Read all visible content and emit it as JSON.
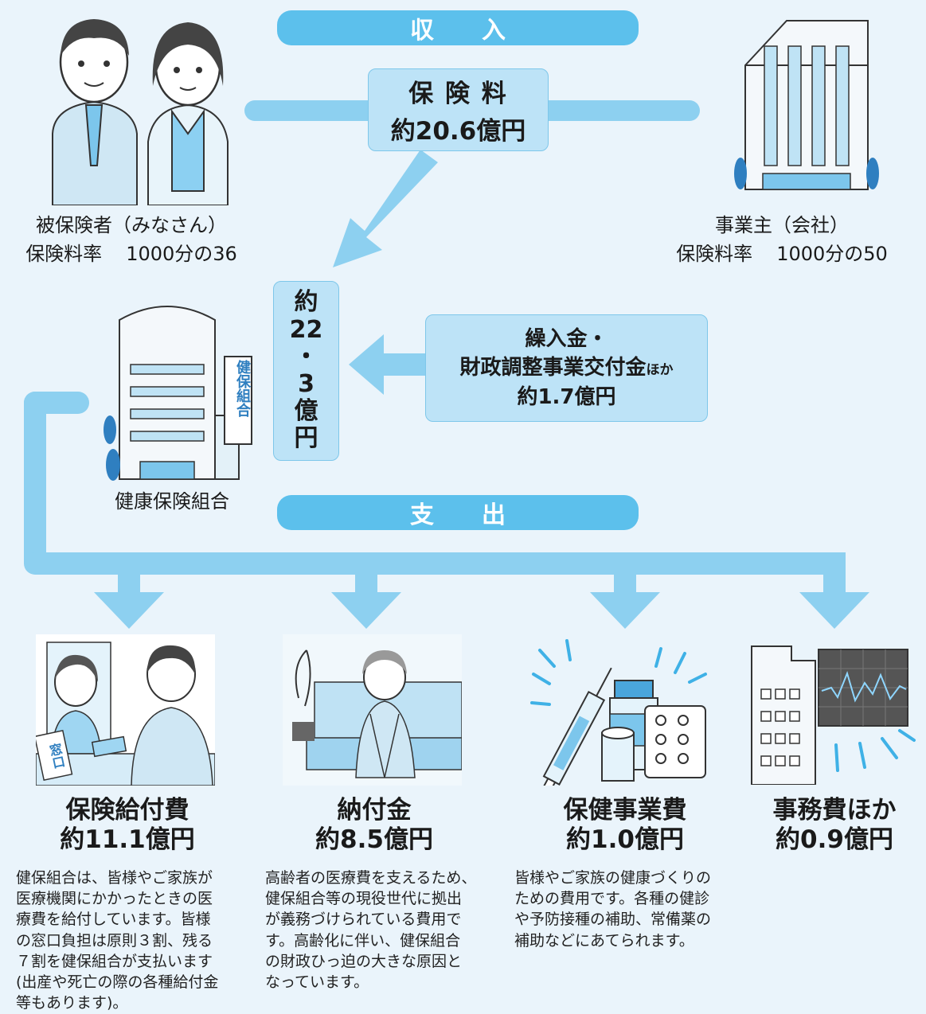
{
  "income": {
    "header": "収入",
    "premium_box": {
      "title": "保 険 料",
      "amount": "約20.6億円"
    },
    "insured": {
      "name": "被保険者（みなさん）",
      "rate_label": "保険料率",
      "rate_value": "1000分の36"
    },
    "employer": {
      "name": "事業主（会社）",
      "rate_label": "保険料率",
      "rate_value": "1000分の50"
    },
    "transfer_box": {
      "line1": "繰入金・",
      "line2_main": "財政調整事業交付金",
      "line2_small": "ほか",
      "amount": "約1.7億円"
    }
  },
  "total": {
    "chars": [
      "約",
      "22",
      "・",
      "3",
      "億",
      "円"
    ]
  },
  "union": {
    "name": "健康保険組合",
    "sign": "健保組合"
  },
  "expense": {
    "header": "支出",
    "items": [
      {
        "title": "保険給付費",
        "amount": "約11.1億円",
        "lines": [
          "健保組合は、皆様やご家族が",
          "医療機関にかかったときの医",
          "療費を給付しています。皆様",
          "の窓口負担は原則３割、残る",
          "７割を健保組合が支払います",
          "(出産や死亡の際の各種給付金",
          "等もあります)。"
        ],
        "sign": "窓口"
      },
      {
        "title": "納付金",
        "amount": "約8.5億円",
        "lines": [
          "高齢者の医療費を支えるため、",
          "健保組合等の現役世代に拠出",
          "が義務づけられている費用で",
          "す。高齢化に伴い、健保組合",
          "の財政ひっ迫の大きな原因と",
          "なっています。"
        ]
      },
      {
        "title": "保健事業費",
        "amount": "約1.0億円",
        "lines": [
          "皆様やご家族の健康づくりの",
          "ための費用です。各種の健診",
          "や予防接種の補助、常備薬の",
          "補助などにあてられます。"
        ]
      },
      {
        "title": "事務費ほか",
        "amount": "約0.9億円",
        "lines": []
      }
    ]
  },
  "colors": {
    "flow": "#8dd0f0",
    "header_bar": "#5cc0ec",
    "box_fill": "#bde3f7",
    "background": "#eaf4fb"
  }
}
